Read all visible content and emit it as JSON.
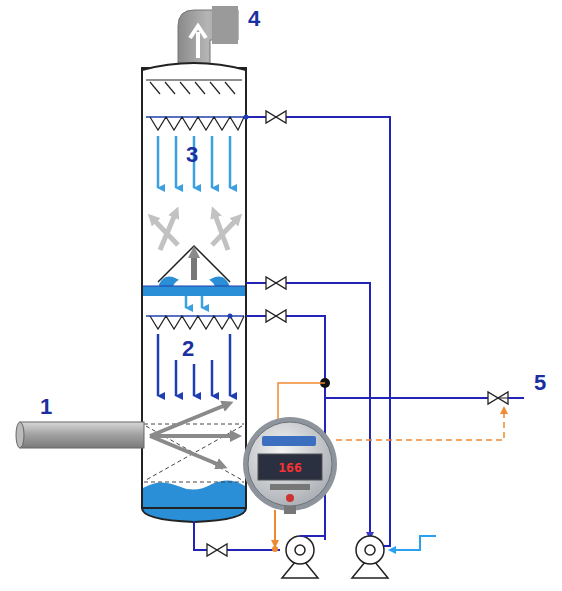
{
  "diagram": {
    "labels": [
      "4",
      "3",
      "2",
      "1",
      "5",
      "166"
    ]
  }
}
